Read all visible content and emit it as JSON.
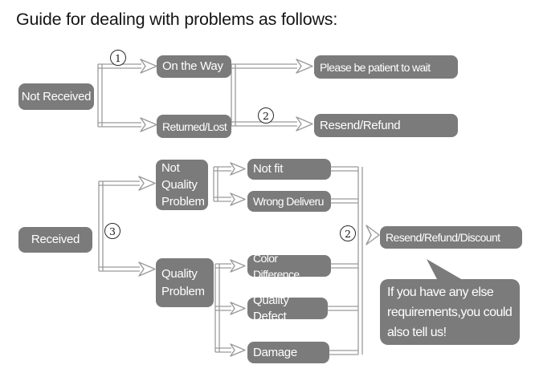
{
  "title": "Guide for dealing with problems as follows:",
  "flow_not_received": {
    "source": "Not Received",
    "step_marker_1": "1",
    "node_on_the_way": "On the Way",
    "node_returned_lost": "Returned/Lost",
    "step_marker_2": "2",
    "result_wait": "Please be patient to wait",
    "result_resend_refund": "Resend/Refund"
  },
  "flow_received": {
    "source": "Received",
    "step_marker_3": "3",
    "node_not_quality_problem": "Not\nQuality\nProblem",
    "node_quality_problem": "Quality\nProblem",
    "leaf_not_fit": "Not fit",
    "leaf_wrong_deliveru": "Wrong Deliveru",
    "leaf_color_difference": "Color Difference",
    "leaf_quality_defect": "Quality Defect",
    "leaf_damage": "Damage",
    "step_marker_2": "2",
    "result": "Resend/Refund/Discount",
    "note": "If you have any else\nrequirements,you could\nalso tell us!"
  },
  "colors": {
    "box_gray": "#7b7b7b",
    "line_gray": "#9a9a9a",
    "text_white": "#ffffff",
    "title_black": "#151515"
  }
}
